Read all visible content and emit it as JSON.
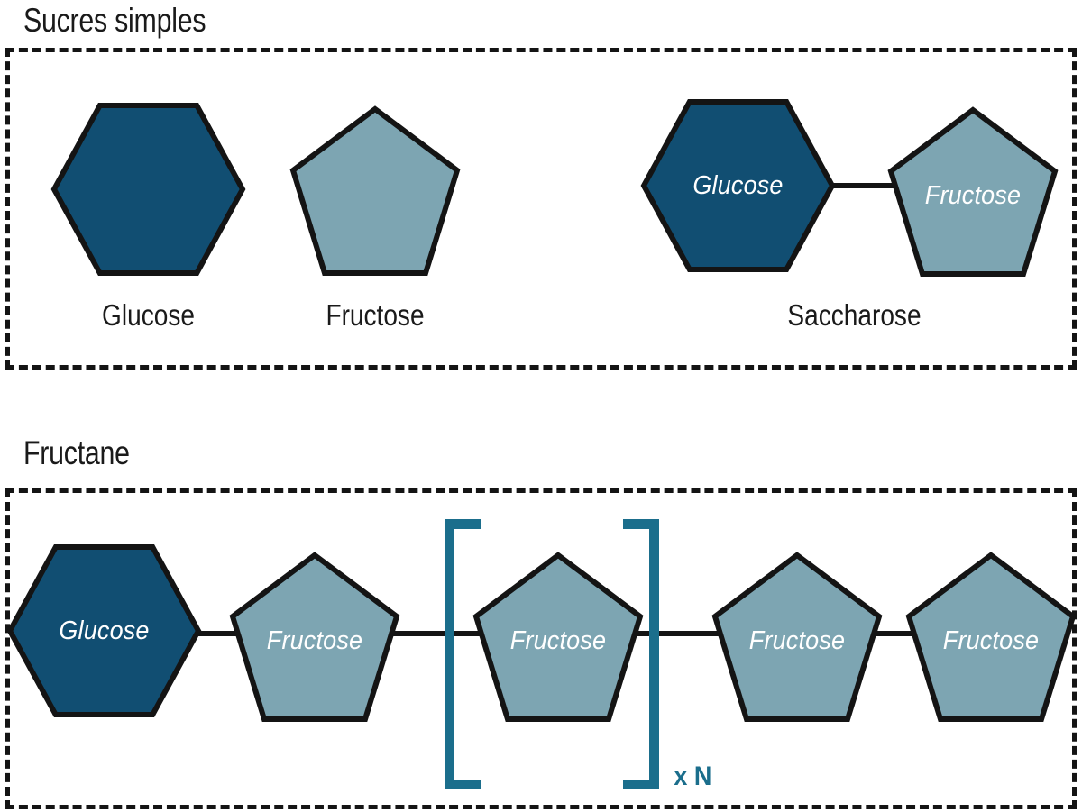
{
  "figure": {
    "type": "diagram",
    "subject": "Structure des sucres simples et des fructanes",
    "language": "fr"
  },
  "colors": {
    "glucose_fill": "#114E72",
    "fructose_fill": "#7DA5B2",
    "outline": "#141414",
    "bracket": "#1B6E8C",
    "background": "#FFFFFF",
    "text": "#1A1A1A",
    "shape_label_text": "#FFFFFF"
  },
  "sections": [
    {
      "id": "sucres-simples",
      "title": "Sucres simples",
      "molecules": [
        {
          "id": "glucose",
          "caption": "Glucose",
          "units": [
            {
              "shape": "hexagon",
              "label": "",
              "fill": "glucose"
            }
          ]
        },
        {
          "id": "fructose",
          "caption": "Fructose",
          "units": [
            {
              "shape": "pentagon",
              "label": "",
              "fill": "fructose"
            }
          ]
        },
        {
          "id": "saccharose",
          "caption": "Saccharose",
          "units": [
            {
              "shape": "hexagon",
              "label": "Glucose",
              "fill": "glucose"
            },
            {
              "shape": "pentagon",
              "label": "Fructose",
              "fill": "fructose"
            }
          ]
        }
      ]
    },
    {
      "id": "fructane",
      "title": "Fructane",
      "molecules": [
        {
          "id": "fructane-chain",
          "caption": "",
          "repeat_label": "x N",
          "units": [
            {
              "shape": "hexagon",
              "label": "Glucose",
              "fill": "glucose"
            },
            {
              "shape": "pentagon",
              "label": "Fructose",
              "fill": "fructose"
            },
            {
              "shape": "pentagon",
              "label": "Fructose",
              "fill": "fructose",
              "bracketed": true
            },
            {
              "shape": "pentagon",
              "label": "Fructose",
              "fill": "fructose"
            },
            {
              "shape": "pentagon",
              "label": "Fructose",
              "fill": "fructose"
            }
          ]
        }
      ]
    }
  ],
  "labels": {
    "glucose": "Glucose",
    "fructose": "Fructose",
    "saccharose": "Saccharose",
    "repeat": "x N"
  }
}
